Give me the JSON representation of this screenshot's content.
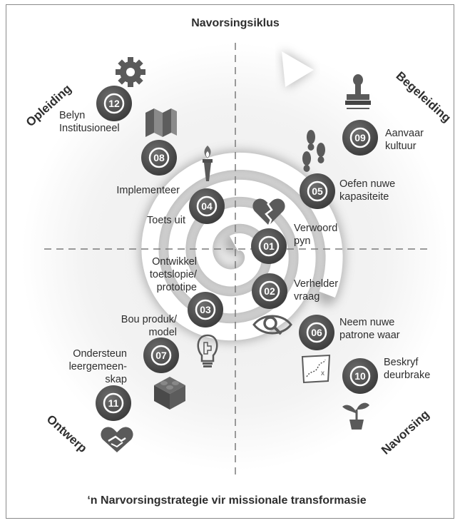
{
  "top_title": "Navorsingsiklus",
  "bottom_title": "‘n Narvorsingstrategie vir missionale transformasie",
  "quadrants": {
    "top_left": "Opleiding",
    "top_right": "Begeleiding",
    "bottom_left": "Ontwerp",
    "bottom_right": "Navorsing"
  },
  "steps": [
    {
      "num": "01",
      "lines": [
        "Verwoord",
        "pyn"
      ],
      "icon": "broken-heart-icon"
    },
    {
      "num": "02",
      "lines": [
        "Verhelder",
        "vraag"
      ],
      "icon": "eye-magnifier-icon"
    },
    {
      "num": "03",
      "lines": [
        "Ontwikkel",
        "toetslopie/",
        "prototipe"
      ],
      "icon": "lightbulb-puzzle-icon"
    },
    {
      "num": "04",
      "lines": [
        "Toets uit"
      ],
      "icon": "torch-icon"
    },
    {
      "num": "05",
      "lines": [
        "Oefen nuwe",
        "kapasiteite"
      ],
      "icon": "footprints-icon"
    },
    {
      "num": "06",
      "lines": [
        "Neem nuwe",
        "patrone waar"
      ],
      "icon": "treasure-map-icon"
    },
    {
      "num": "07",
      "lines": [
        "Bou produk/",
        "model"
      ],
      "icon": "building-block-icon"
    },
    {
      "num": "08",
      "lines": [
        "Implementeer"
      ],
      "icon": "folded-map-icon"
    },
    {
      "num": "09",
      "lines": [
        "Aanvaar",
        "kultuur"
      ],
      "icon": "stamp-icon"
    },
    {
      "num": "10",
      "lines": [
        "Beskryf",
        "deurbrake"
      ],
      "icon": "sprout-icon"
    },
    {
      "num": "11",
      "lines": [
        "Ondersteun",
        "leergemeen-",
        "skap"
      ],
      "icon": "handshake-heart-icon"
    },
    {
      "num": "12",
      "lines": [
        "Belyn",
        "Institusioneel"
      ],
      "icon": "gear-icon"
    }
  ]
}
